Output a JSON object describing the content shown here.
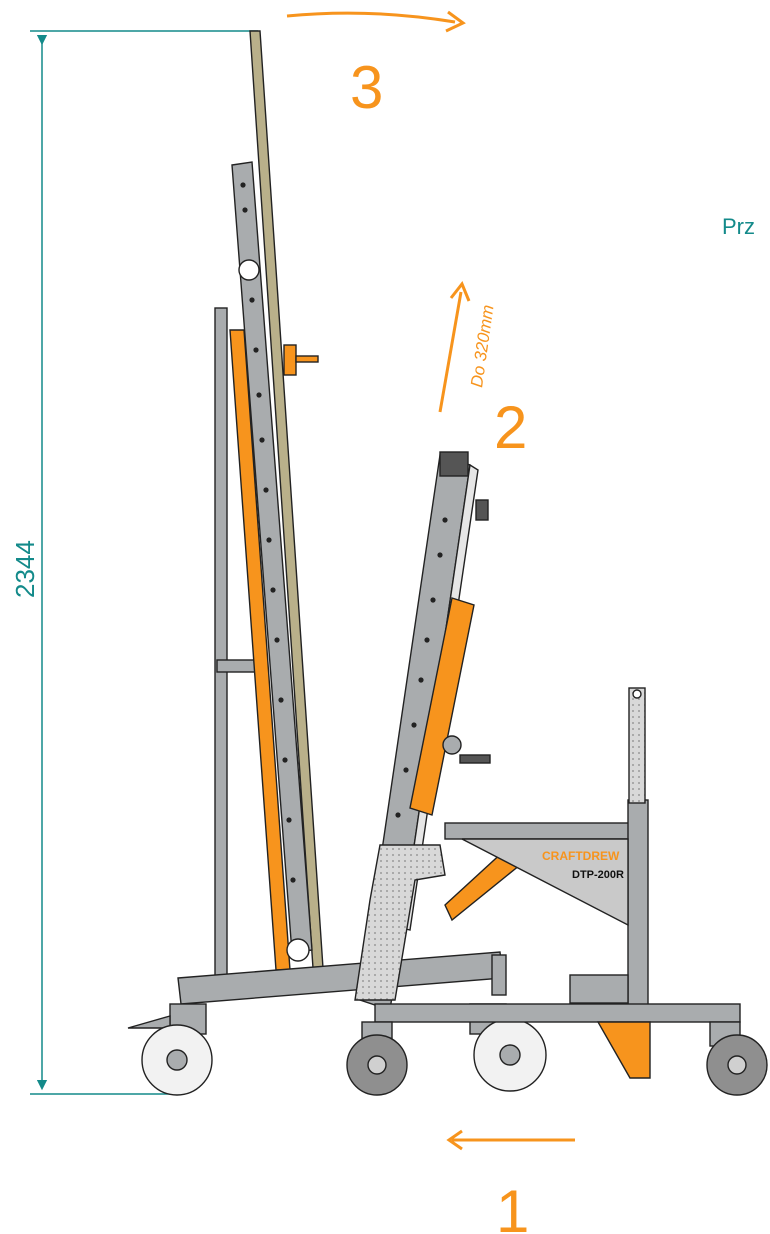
{
  "dimension": {
    "height_label": "2344"
  },
  "annotations": {
    "step_1": "1",
    "step_2": "2",
    "step_3": "3",
    "lift_range": "Do 320mm",
    "clipped_text": "Prz"
  },
  "product_plate": {
    "brand": "CRAFTDREW",
    "model": "DTP-200R"
  },
  "colors": {
    "accent_orange": "#f7941d",
    "dimension_teal": "#138a8a",
    "frame_gray": "#a9acae",
    "outline": "#222222",
    "panel_tan": "#b9b08a"
  }
}
